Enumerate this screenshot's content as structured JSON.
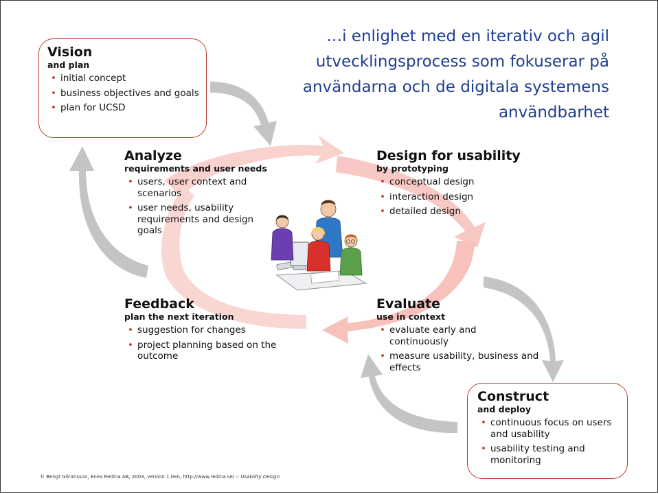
{
  "headline": "…i enlighet med en iterativ och agil utvecklingsprocess som fokuserar på användarna och de digitala systemens användbarhet",
  "vision": {
    "title": "Vision",
    "subtitle": "and plan",
    "items": [
      "initial concept",
      "business objectives and goals",
      "plan for UCSD"
    ]
  },
  "analyze": {
    "title": "Analyze",
    "subtitle": "requirements and user needs",
    "items": [
      "users, user context and scenarios",
      "user needs, usability requirements and design goals"
    ]
  },
  "design": {
    "title": "Design for usability",
    "subtitle": "by prototyping",
    "items": [
      "conceptual design",
      "interaction design",
      "detailed design"
    ]
  },
  "feedback": {
    "title": "Feedback",
    "subtitle": "plan the next iteration",
    "items": [
      "suggestion for changes",
      "project planning based on the outcome"
    ]
  },
  "evaluate": {
    "title": "Evaluate",
    "subtitle": "use in context",
    "items": [
      "evaluate early and continuously",
      "measure usability, business and effects"
    ]
  },
  "construct": {
    "title": "Construct",
    "subtitle": "and deploy",
    "items": [
      "continuous focus on users and usability",
      "usability testing and monitoring"
    ]
  },
  "footer": {
    "text": "© Bengt Göransson, Enea Redina AB, 2003, version 1.0en, http://www.redina.se/ :: ",
    "italic": "Usability Design"
  },
  "colors": {
    "accent": "#c0392b",
    "headline": "#1f3f8f",
    "cycle_arrow": "#f7c9c5",
    "grey_arrow": "#c4c4c4"
  }
}
